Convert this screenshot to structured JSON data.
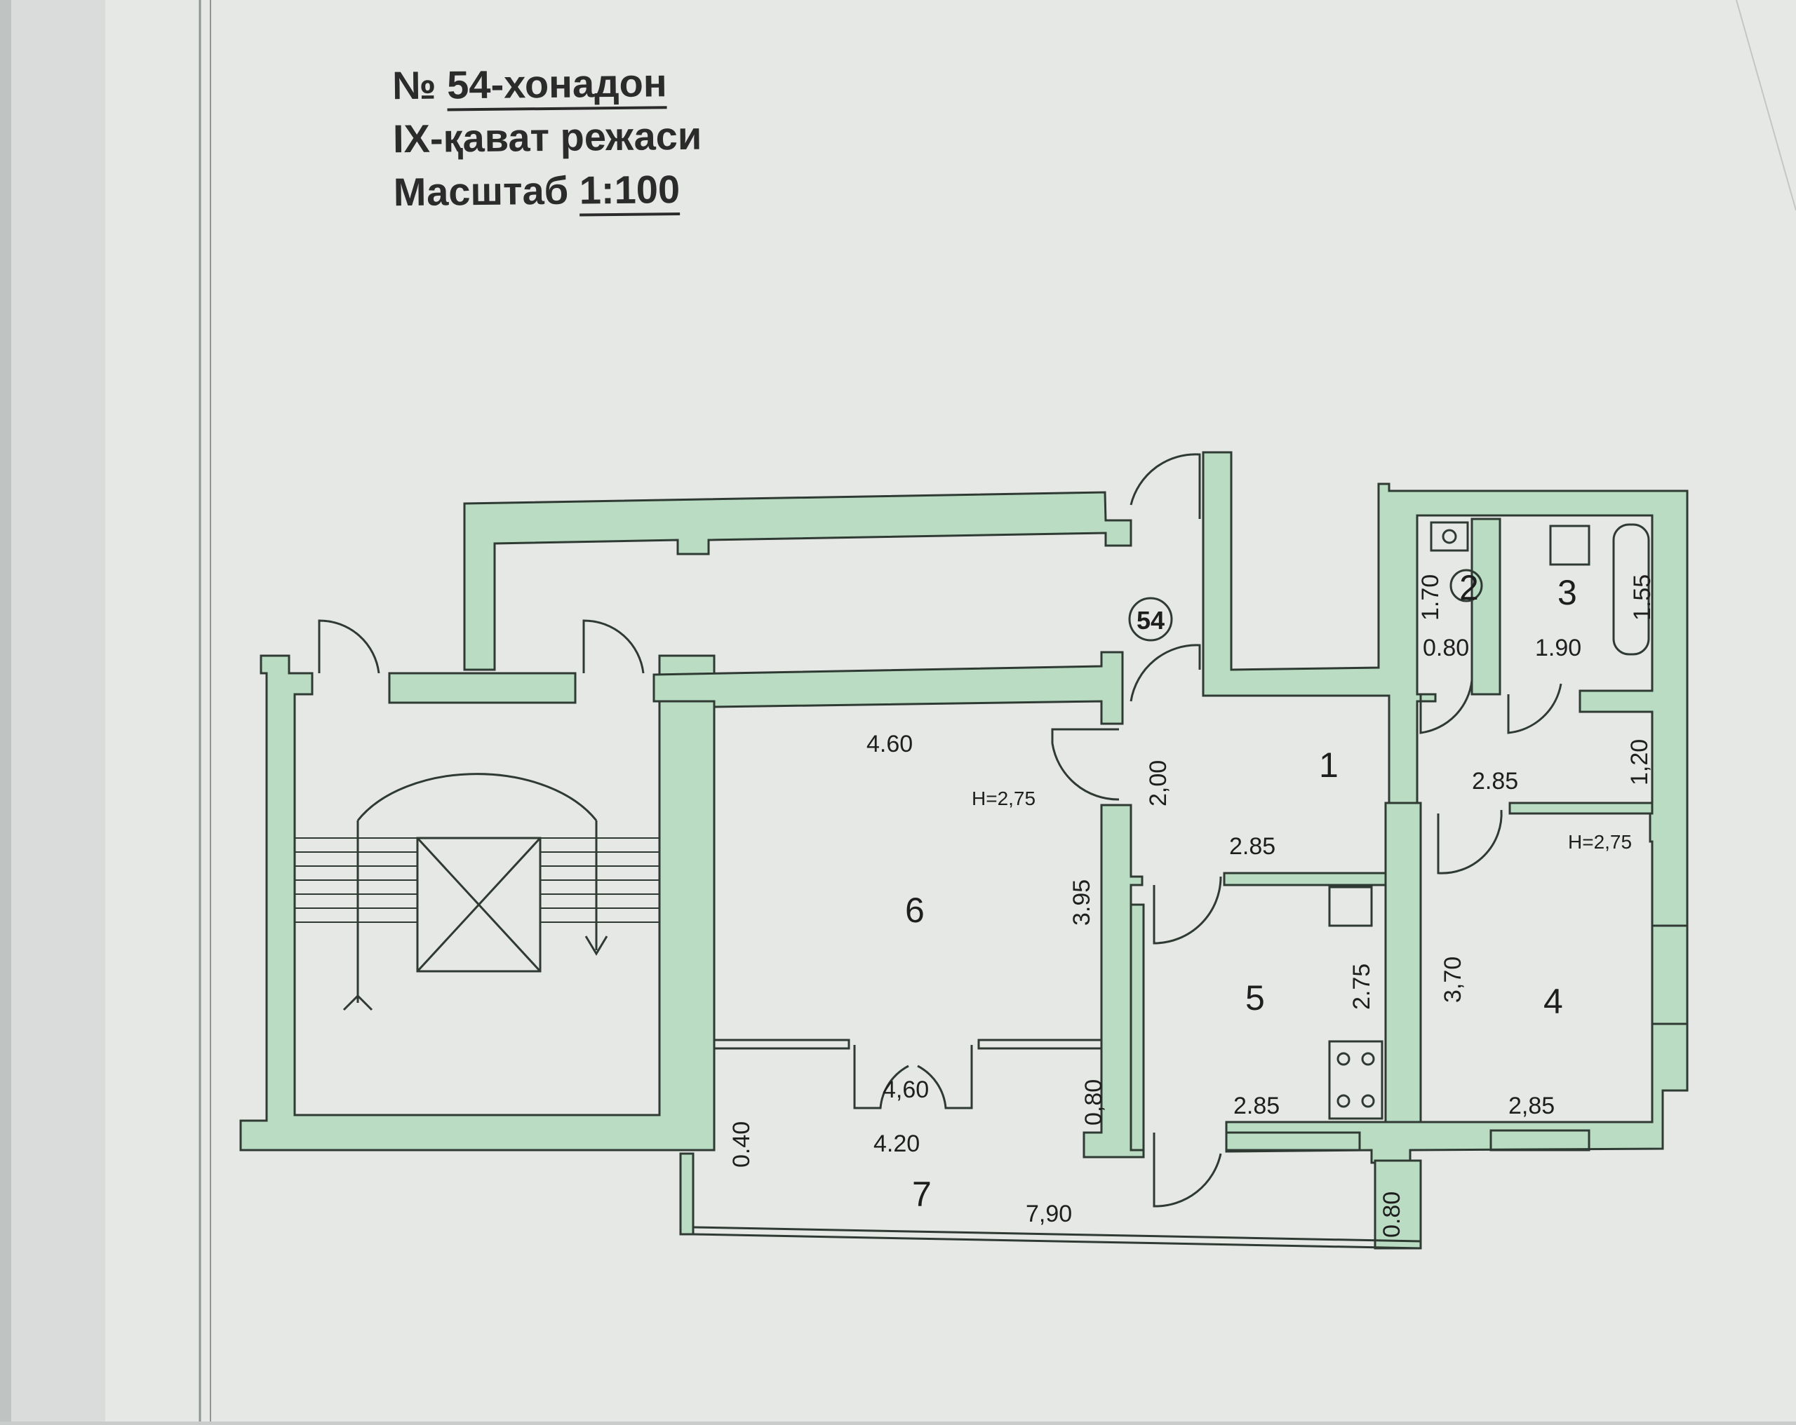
{
  "title": {
    "apartment_prefix": "№",
    "apartment": "54-хонадон",
    "floor": "IX-қават режаси",
    "scale_label": "Масштаб",
    "scale_value": "1:100"
  },
  "apartment_badge": "54",
  "rooms": {
    "r1": "1",
    "r2": "2",
    "r3": "3",
    "r4": "4",
    "r5": "5",
    "r6": "6",
    "r7": "7"
  },
  "heights": {
    "room6": "H=2,75",
    "room4": "H=2,75"
  },
  "dimensions": {
    "r6_top": "4.60",
    "r6_side": "3.95",
    "hall_v": "2,00",
    "hall_w": "2.85",
    "corr_w": "2.85",
    "corr_v": "1,20",
    "r2_h": "1.70",
    "r2_w": "0.80",
    "r3_w": "1.90",
    "r3_bath": "1.55",
    "r5_v": "2.75",
    "r5_w": "2.85",
    "r4_v": "3,70",
    "r4_w": "2,85",
    "r6_bottom": "4,60",
    "bal_left_v": "0.40",
    "bal_mid_v": "0,80",
    "bal_w": "4.20",
    "bal_total": "7,90",
    "bal_right_v": "0.80"
  },
  "colors": {
    "paper": "#e6e8e6",
    "wall_fill": "#b9dcc3",
    "line": "#2f3a33",
    "text": "#1e1e1e"
  }
}
